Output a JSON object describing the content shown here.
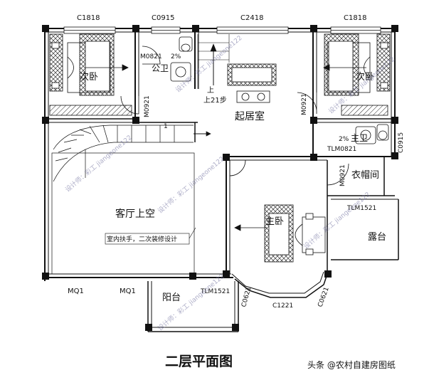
{
  "caption": "二层平面图",
  "credit": "头条 @农村自建房图纸",
  "windows": {
    "c1818_left": "C1818",
    "c0915": "C0915",
    "c2418": "C2418",
    "c1818_right": "C1818",
    "c0915_right": "C0915",
    "c1221": "C1221",
    "c0621_left": "C0621",
    "c0621_right": "C0621",
    "mq1_a": "MQ1",
    "mq1_b": "MQ1"
  },
  "doors": {
    "m0821": "M0821",
    "m0921_left": "M0921",
    "m0921_right": "M0921",
    "m0921_master": "M0921",
    "tlm0821": "TLM0821",
    "tlm1521_terrace": "TLM1521",
    "tlm1521_balcony": "TLM1521"
  },
  "rooms": {
    "bedroom_left": "次卧",
    "bedroom_right": "次卧",
    "public_bath": "公卫",
    "living": "起居室",
    "master_bath": "主卫",
    "closet": "衣帽间",
    "master_bedroom": "主卧",
    "terrace": "露台",
    "void": "客厅上空",
    "balcony": "阳台"
  },
  "notes": {
    "stair_up": "上",
    "stair_steps": "上21步",
    "handrail": "室内扶手，二次装修设计",
    "slope_pub": "2%",
    "slope_master": "2%",
    "stair_mark": "1"
  },
  "watermark": "设计师：彩工 jiangeone122"
}
